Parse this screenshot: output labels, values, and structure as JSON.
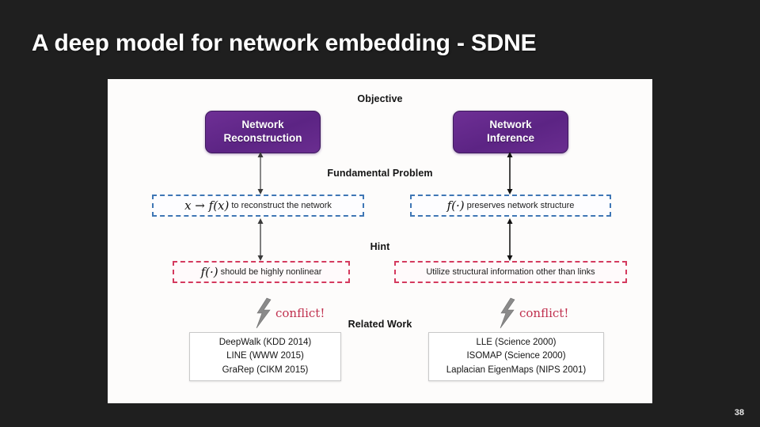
{
  "slide": {
    "title": "A deep model for network embedding - SDNE",
    "page_number": "38",
    "background_color": "#1f1f1f",
    "panel_color": "#fdfcfb",
    "accent_purple": "#5c2484",
    "accent_blue": "#3f77b5",
    "accent_red": "#d43a5e",
    "conflict_text_color": "#c0304e"
  },
  "diagram": {
    "stage_labels": {
      "objective": "Objective",
      "fundamental_problem": "Fundamental Problem",
      "hint": "Hint",
      "related_work": "Related Work"
    },
    "objectives": [
      {
        "line1": "Network",
        "line2": "Reconstruction"
      },
      {
        "line1": "Network",
        "line2": "Inference"
      }
    ],
    "problems": [
      {
        "math": "x → f(x)",
        "text": "to reconstruct the network"
      },
      {
        "math": "f(·)",
        "text": "preserves network structure"
      }
    ],
    "hints": [
      {
        "math": "f(·)",
        "text": "should be highly nonlinear"
      },
      {
        "math": "",
        "text": "Utilize structural information other than links"
      }
    ],
    "conflicts": [
      {
        "icon": "lightning-bolt-icon",
        "label": "conflict!"
      },
      {
        "icon": "lightning-bolt-icon",
        "label": "conflict!"
      }
    ],
    "related_work": [
      {
        "items": [
          "DeepWalk (KDD 2014)",
          "LINE (WWW 2015)",
          "GraRep (CIKM 2015)"
        ]
      },
      {
        "items": [
          "LLE (Science 2000)",
          "ISOMAP (Science 2000)",
          "Laplacian EigenMaps (NIPS 2001)"
        ]
      }
    ]
  }
}
